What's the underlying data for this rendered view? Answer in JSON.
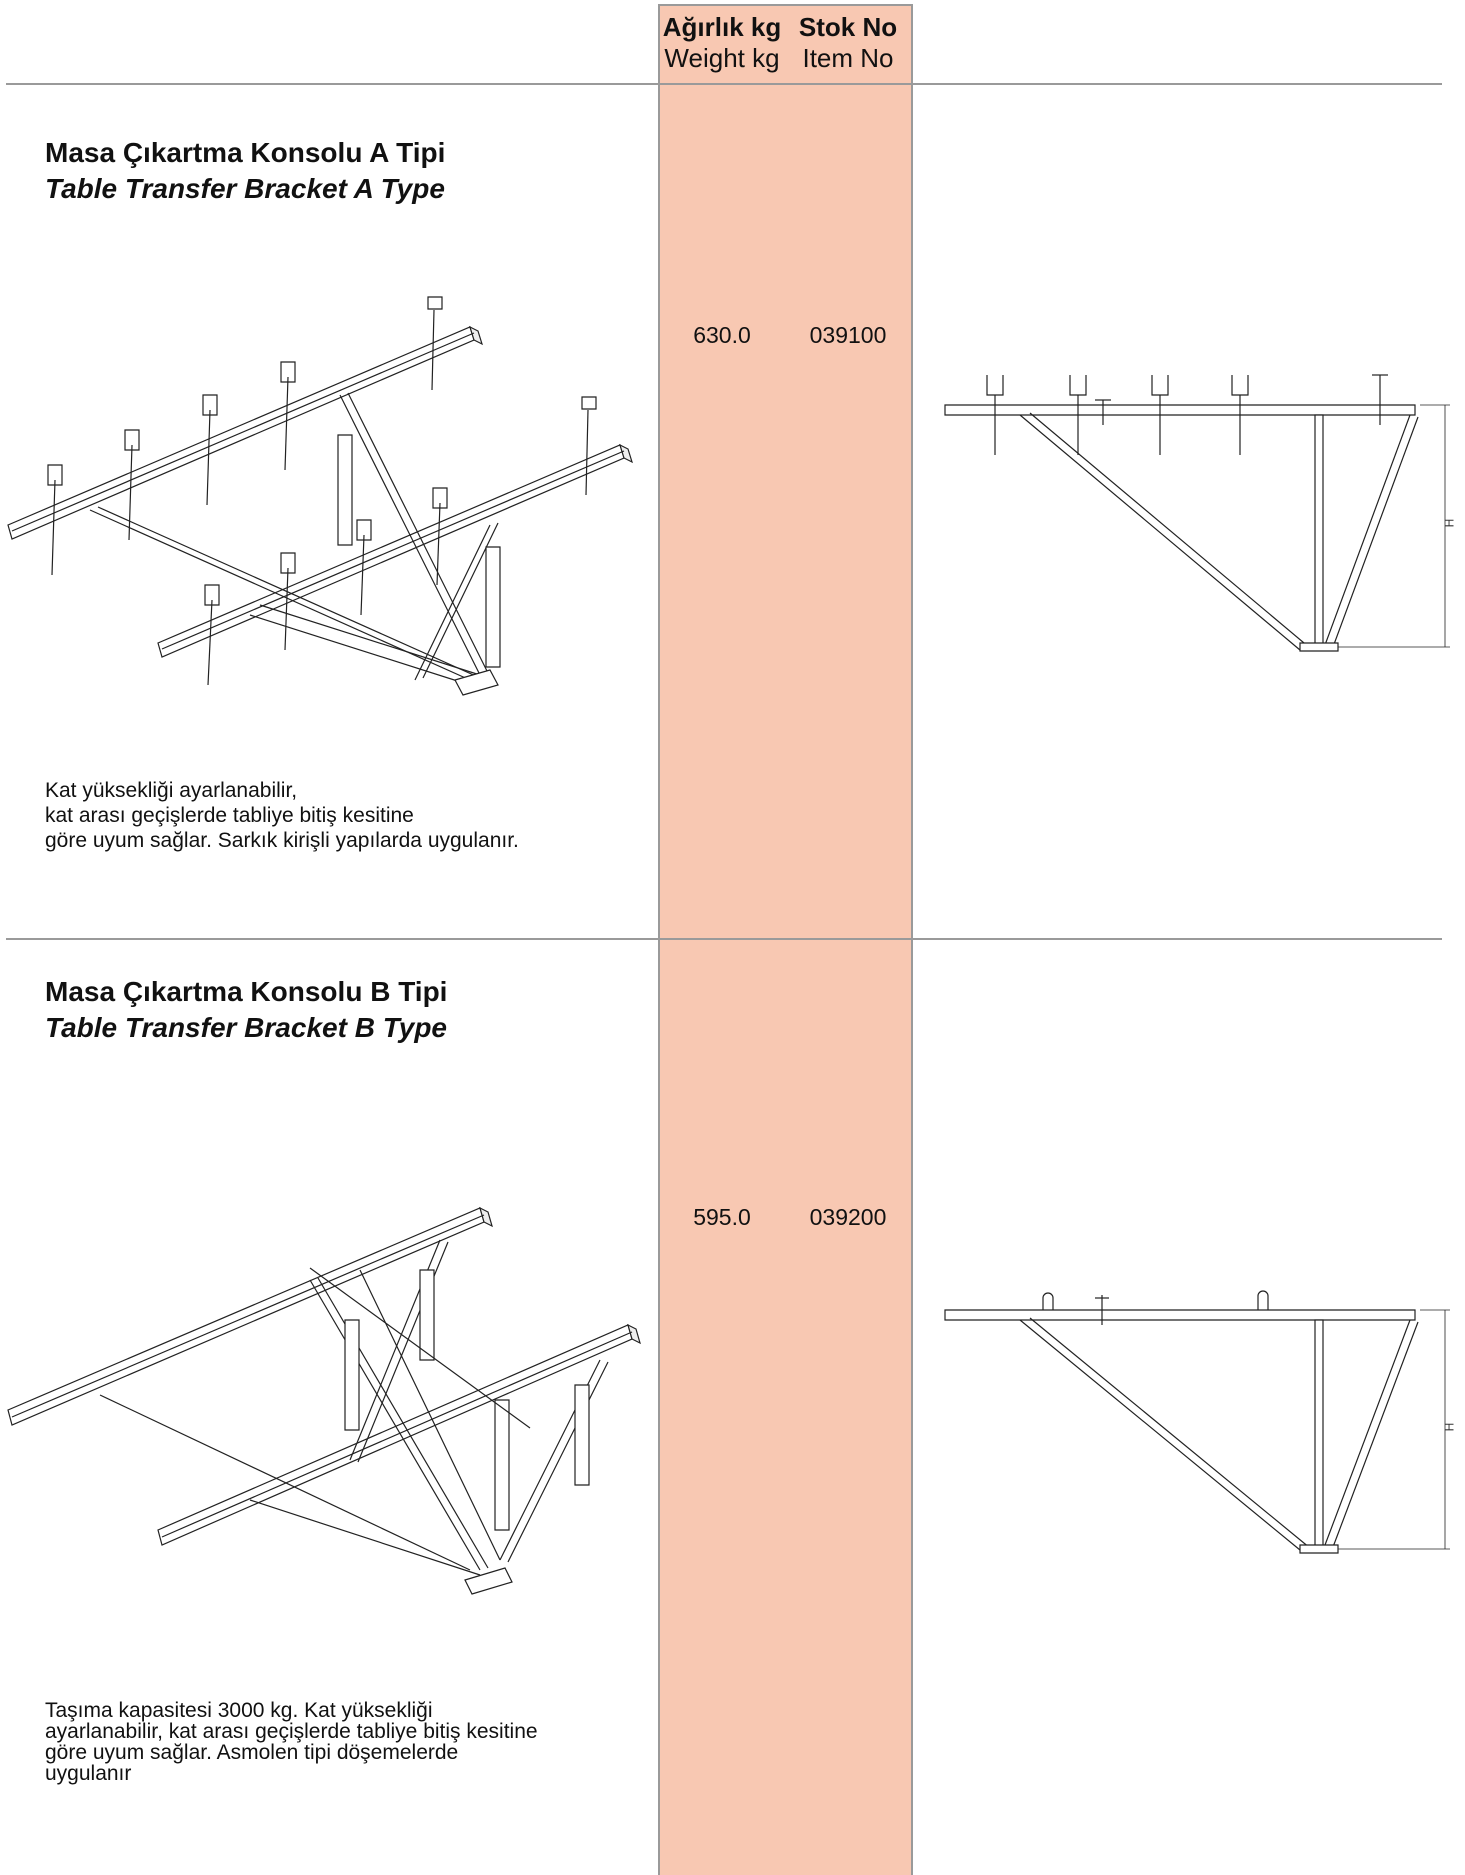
{
  "header": {
    "weight_tr": "Ağırlık kg",
    "weight_en": "Weight kg",
    "item_tr": "Stok No",
    "item_en": "Item No"
  },
  "products": [
    {
      "title_tr": "Masa Çıkartma Konsolu A Tipi",
      "title_en": "Table Transfer Bracket A Type",
      "weight": "630.0",
      "item_no": "039100",
      "dimension_label": "H",
      "description_lines": [
        "Kat yüksekliği ayarlanabilir,",
        "kat arası geçişlerde tabliye bitiş kesitine",
        "göre uyum sağlar. Sarkık kirişli yapılarda uygulanır."
      ]
    },
    {
      "title_tr": "Masa Çıkartma Konsolu B Tipi",
      "title_en": "Table Transfer Bracket B Type",
      "weight": "595.0",
      "item_no": "039200",
      "dimension_label": "H",
      "description_lines": [
        "Taşıma kapasitesi 3000 kg. Kat yüksekliği",
        "ayarlanabilir, kat arası geçişlerde tabliye bitiş kesitine",
        "göre uyum sağlar. Asmolen tipi döşemelerde",
        "uygulanır"
      ]
    }
  ],
  "colors": {
    "column_fill": "#f8c8b2",
    "rule": "#9a9a9a"
  }
}
